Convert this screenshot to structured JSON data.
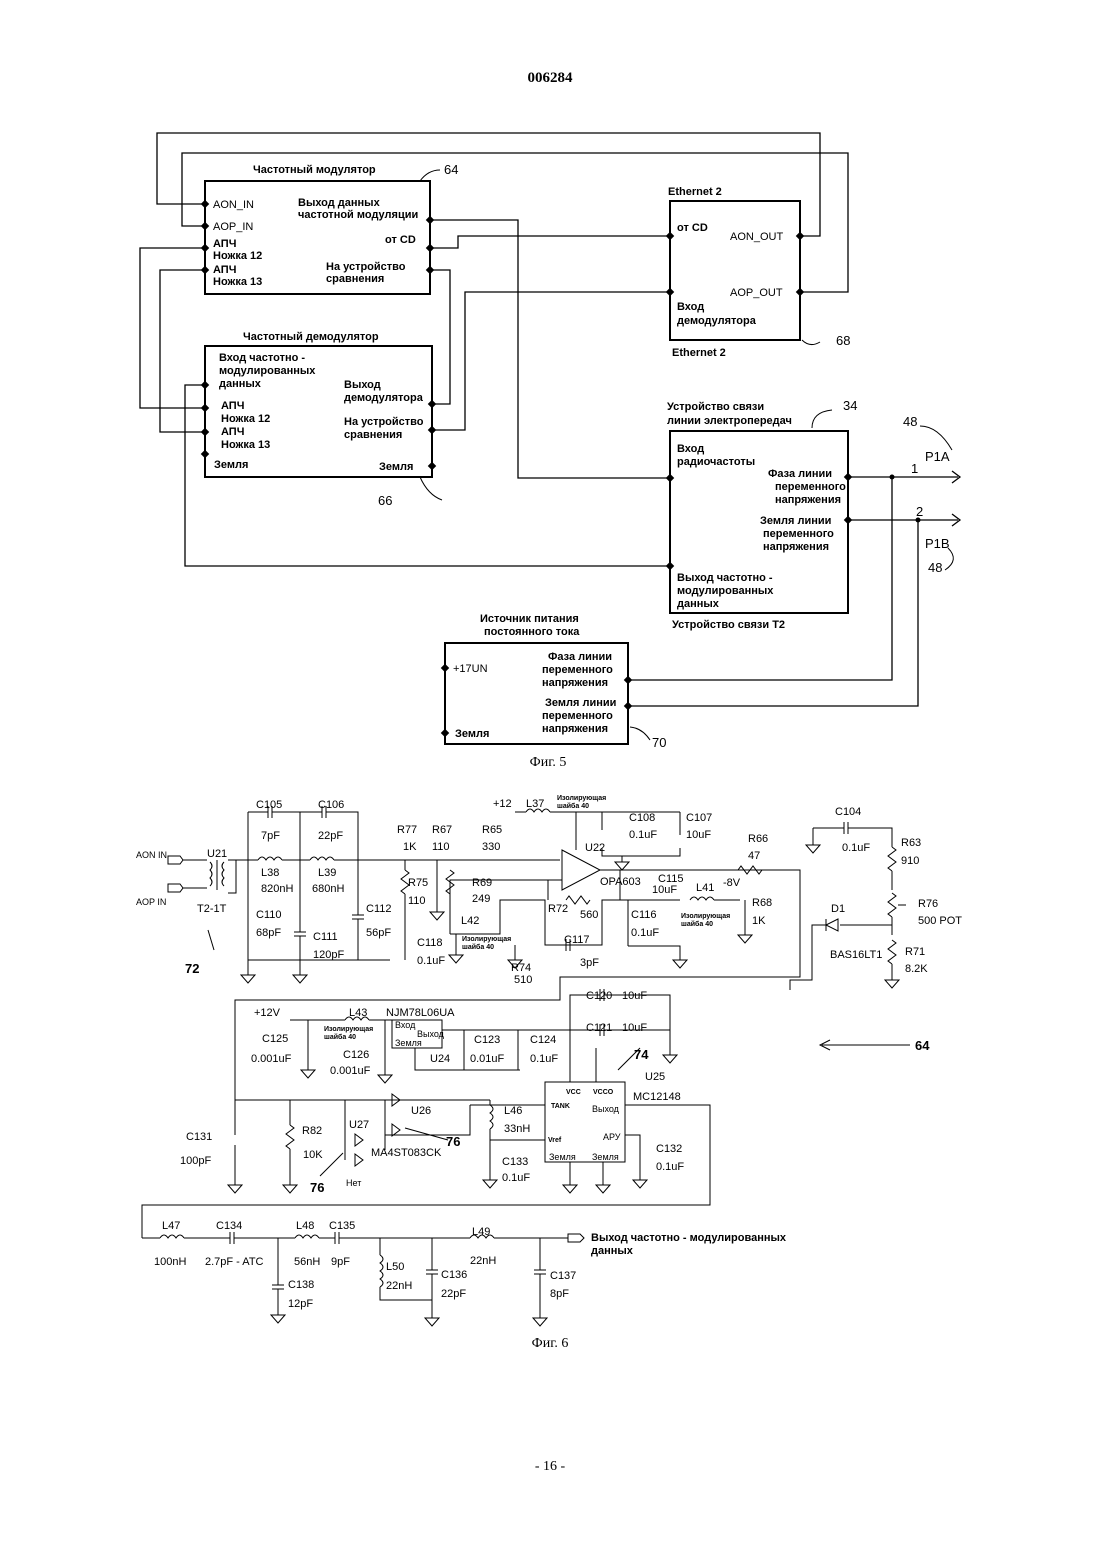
{
  "header": {
    "doc_number": "006284"
  },
  "footer": {
    "page": "- 16 -"
  },
  "fig5": {
    "caption": "Фиг. 5",
    "modulator": {
      "title": "Частотный модулятор",
      "ref": "64",
      "aon_in": "AON_IN",
      "aop_in": "AOP_IN",
      "apch": "АПЧ",
      "pin12": "Ножка 12",
      "pin13": "Ножка 13",
      "out1": "Выход данных",
      "out2": "частотной модуляции",
      "from_cd": "от CD",
      "to_cmp1": "На устройство",
      "to_cmp2": "сравнения"
    },
    "ethernet": {
      "title": "Ethernet 2",
      "bottom_title": "Ethernet 2",
      "ref": "68",
      "from_cd": "от CD",
      "aon_out": "AON_OUT",
      "aop_out": "AOP_OUT",
      "in1": "Вход",
      "in2": "демодулятора"
    },
    "demodulator": {
      "title": "Частотный демодулятор",
      "ref": "66",
      "in1": "Вход частотно -",
      "in2": "модулированных",
      "in3": "данных",
      "apch": "АПЧ",
      "pin12": "Ножка 12",
      "pin13": "Ножка 13",
      "gnd": "Земля",
      "out1": "Выход",
      "out2": "демодулятора",
      "to_cmp1": "На устройство",
      "to_cmp2": "сравнения",
      "gnd_right": "Земля"
    },
    "plc": {
      "title1": "Устройство связи",
      "title2": "линии электропередач",
      "ref": "34",
      "rf1": "Вход",
      "rf2": "радиочастоты",
      "phase1": "Фаза линии",
      "phase2": "переменного",
      "phase3": "напряжения",
      "gnd1": "Земля линии",
      "gnd2": "переменного",
      "gnd3": "напряжения",
      "out1": "Выход частотно -",
      "out2": "модулированных",
      "out3": "данных",
      "bottom_title": "Устройство связи Т2",
      "ref48a": "48",
      "ref48b": "48",
      "p1a": "P1A",
      "p1b": "P1B",
      "n1": "1",
      "n2": "2"
    },
    "psu": {
      "title1": "Источник питания",
      "title2": "постоянного тока",
      "ref": "70",
      "v17": "+17UN",
      "gnd": "Земля",
      "phase1": "Фаза линии",
      "phase2": "переменного",
      "phase3": "напряжения",
      "gnd1": "Земля линии",
      "gnd2": "переменного",
      "gnd3": "напряжения"
    }
  },
  "fig6": {
    "caption": "Фиг. 6",
    "ref64": "64",
    "ref72": "72",
    "ref74": "74",
    "ref76a": "76",
    "ref76b": "76",
    "aon": "AON IN",
    "aop": "AOP IN",
    "u21": "U21",
    "t21": "T2-1T",
    "c105": "C105",
    "c105v": "7pF",
    "c106": "C106",
    "c106v": "22pF",
    "l38": "L38",
    "l38v": "820nH",
    "l39": "L39",
    "l39v": "680nH",
    "c110": "C110",
    "c110v": "68pF",
    "c111": "C111",
    "c111v": "120pF",
    "c112": "C112",
    "c112v": "56pF",
    "r77": "R77",
    "r77v": "1K",
    "r67": "R67",
    "r67v": "110",
    "r65": "R65",
    "r65v": "330",
    "r75": "R75",
    "r75v": "110",
    "r69": "R69",
    "r69v": "249",
    "p12": "+12",
    "l37": "L37",
    "iso": "Изолирующая",
    "iso2": "шайба 40",
    "c108": "C108",
    "c108v": "0.1uF",
    "c107": "C107",
    "c107v": "10uF",
    "u22": "U22",
    "opa": "OPA603",
    "r66": "R66",
    "r66v": "47",
    "c115": "C115",
    "c115v": "10uF",
    "l41": "L41",
    "m8v": "-8V",
    "r68": "R68",
    "r68v": "1K",
    "r72": "R72",
    "r72v": "560",
    "c116": "C116",
    "c116v": "0.1uF",
    "l42": "L42",
    "c117": "C117",
    "c117v": "3pF",
    "c118": "C118",
    "c118v": "0.1uF",
    "r74": "R74",
    "r74v": "510",
    "c104": "C104",
    "c104v": "0.1uF",
    "r63": "R63",
    "r63v": "910",
    "r76": "R76",
    "r76v": "500 POT",
    "d1": "D1",
    "bas": "BAS16LT1",
    "r71": "R71",
    "r71v": "8.2K",
    "c120": "C120",
    "c120v": "10uF",
    "c121": "C121",
    "c121v": "10uF",
    "p12v": "+12V",
    "l43": "L43",
    "njm": "NJM78L06UA",
    "vin": "Вход",
    "vout": "Выход",
    "vgnd": "Земля",
    "u24": "U24",
    "c125": "C125",
    "c125v": "0.001uF",
    "c126": "C126",
    "c126v": "0.001uF",
    "c123": "C123",
    "c123v": "0.01uF",
    "c124": "C124",
    "c124v": "0.1uF",
    "u25": "U25",
    "mc": "MC12148",
    "tank": "TANK",
    "vcc": "VCC",
    "vcco": "VCCO",
    "vref": "Vref",
    "out": "Выход",
    "apu": "АРУ",
    "gnd": "Земля",
    "c131": "C131",
    "c131v": "100pF",
    "r82": "R82",
    "r82v": "10K",
    "u27": "U27",
    "u26": "U26",
    "ma4": "MA4ST083CK",
    "net": "Нет",
    "l46": "L46",
    "l46v": "33nH",
    "c133": "C133",
    "c133v": "0.1uF",
    "c132": "C132",
    "c132v": "0.1uF",
    "l47": "L47",
    "l47v": "100nH",
    "c134": "C134",
    "c134v": "2.7pF - ATC",
    "l48": "L48",
    "l48v": "56nH",
    "c135": "C135",
    "c135v": "9pF",
    "l49": "L49",
    "l49v": "22nH",
    "c138": "C138",
    "c138v": "12pF",
    "l50": "L50",
    "l50v": "22nH",
    "c136": "C136",
    "c136v": "22pF",
    "c137": "C137",
    "c137v": "8pF",
    "fm_out1": "Выход частотно - модулированных",
    "fm_out2": "данных"
  }
}
